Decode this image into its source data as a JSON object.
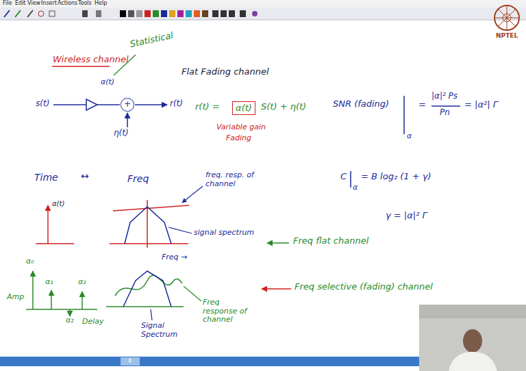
{
  "diagram": {
    "nodes": [
      {
        "text": [
          "+"
        ]
      },
      {
        "text": [
          "α(t)"
        ]
      }
    ],
    "labels": [
      "File",
      "Edit",
      "View",
      "Insert",
      "Actions",
      "Tools",
      "Help",
      "NPTEL",
      "Wireless channel",
      "Statistical",
      "Flat Fading channel",
      "α(t)",
      "s(t)",
      "r(t)",
      "η(t)",
      "r(t) =",
      "S(t) + η(t)",
      "Variable gain",
      "Fading",
      "SNR (fading)",
      "α",
      "=",
      "|α|² Ps",
      "Pn",
      "= |α²| Γ",
      "C",
      "α",
      "= B log₂ (1 + γ)",
      "γ = |α|² Γ",
      "Time",
      "↔",
      "Freq",
      "α(t)",
      "freq. resp. of channel",
      "signal spectrum",
      "Freq →",
      "Freq flat channel",
      "α₀",
      "α₁",
      "α₃",
      "α₂",
      "Amp",
      "Delay",
      "Freq selective (fading) channel",
      "Freq response of channel",
      "Signal Spectrum",
      "4"
    ]
  }
}
